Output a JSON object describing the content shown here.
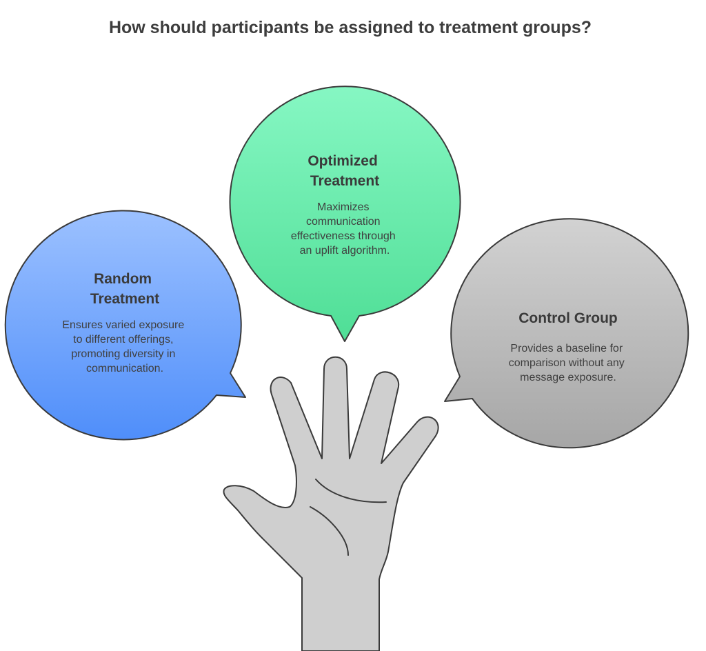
{
  "title": "How should participants be assigned to treatment groups?",
  "bubbles": {
    "random": {
      "title_lines": [
        "Random",
        "Treatment"
      ],
      "desc_lines": [
        "Ensures varied exposure",
        "to different offerings,",
        "promoting diversity in",
        "communication."
      ],
      "color_top": "#9cc1ff",
      "color_bottom": "#4f8efa"
    },
    "optimized": {
      "title_lines": [
        "Optimized",
        "Treatment"
      ],
      "desc_lines": [
        "Maximizes",
        "communication",
        "effectiveness through",
        "an uplift algorithm."
      ],
      "color_top": "#86f7c3",
      "color_bottom": "#4fde96"
    },
    "control": {
      "title_lines": [
        "Control Group"
      ],
      "desc_lines": [
        "Provides a baseline for",
        "comparison without any",
        "message exposure."
      ],
      "color_top": "#d2d2d2",
      "color_bottom": "#a6a6a6"
    }
  },
  "hand": {
    "color": "#cfcfcf",
    "icon": "raised-hand-icon"
  }
}
